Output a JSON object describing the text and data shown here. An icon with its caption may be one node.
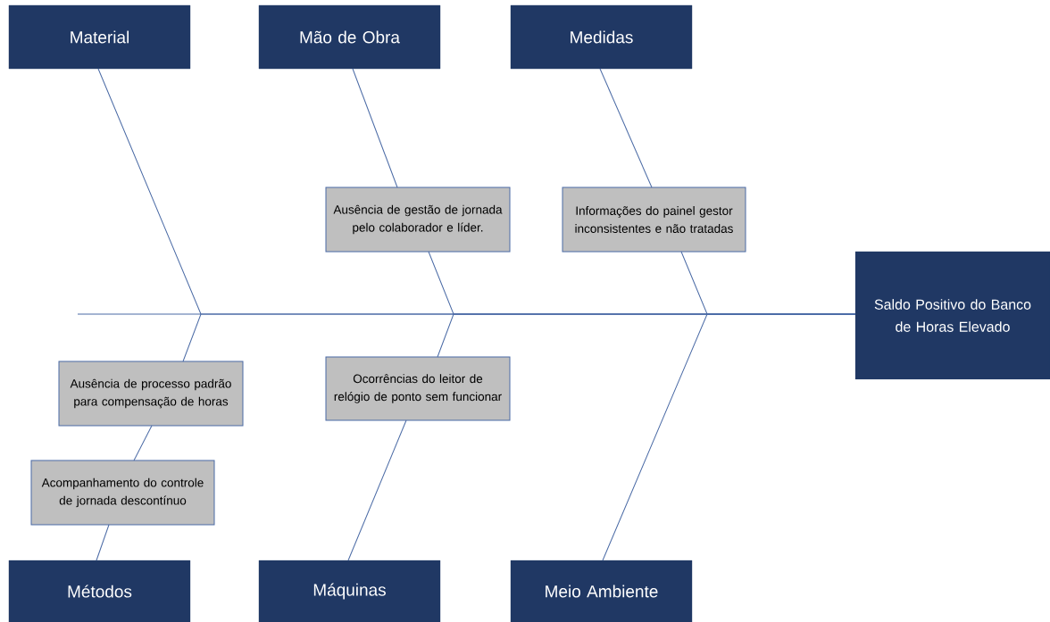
{
  "diagram": {
    "nodes": [
      {
        "text": [
          "Material"
        ]
      },
      {
        "text": [
          "Mão de Obra"
        ]
      },
      {
        "text": [
          "Medidas"
        ]
      },
      {
        "text": [
          "Ausência de gestão de jornada pelo colaborador e líder."
        ]
      },
      {
        "text": [
          "Informações do painel gestor inconsistentes e não tratadas"
        ]
      },
      {
        "text": [
          "Saldo Positivo do Banco de Horas Elevado"
        ]
      },
      {
        "text": [
          "Ausência de processo padrão para compensação de horas"
        ]
      },
      {
        "text": [
          "Ocorrências do leitor de relógio de ponto sem funcionar"
        ]
      },
      {
        "text": [
          "Acompanhamento do controle de jornada descontínuo"
        ]
      },
      {
        "text": [
          "Métodos"
        ]
      },
      {
        "text": [
          "Máquinas"
        ]
      },
      {
        "text": [
          "Meio Ambiente"
        ]
      }
    ],
    "edges": [
      {
        "from": 0,
        "to": 5,
        "arrow": "none"
      },
      {
        "from": 1,
        "to": 3,
        "arrow": "none"
      },
      {
        "from": 3,
        "to": 5,
        "arrow": "none"
      },
      {
        "from": 2,
        "to": 4,
        "arrow": "none"
      },
      {
        "from": 4,
        "to": 5,
        "arrow": "none"
      },
      {
        "from": 9,
        "to": 8,
        "arrow": "none"
      },
      {
        "from": 8,
        "to": 6,
        "arrow": "none"
      },
      {
        "from": 6,
        "to": 5,
        "arrow": "none"
      },
      {
        "from": 10,
        "to": 7,
        "arrow": "none"
      },
      {
        "from": 7,
        "to": 5,
        "arrow": "none"
      },
      {
        "from": 11,
        "to": 5,
        "arrow": "none"
      }
    ]
  }
}
